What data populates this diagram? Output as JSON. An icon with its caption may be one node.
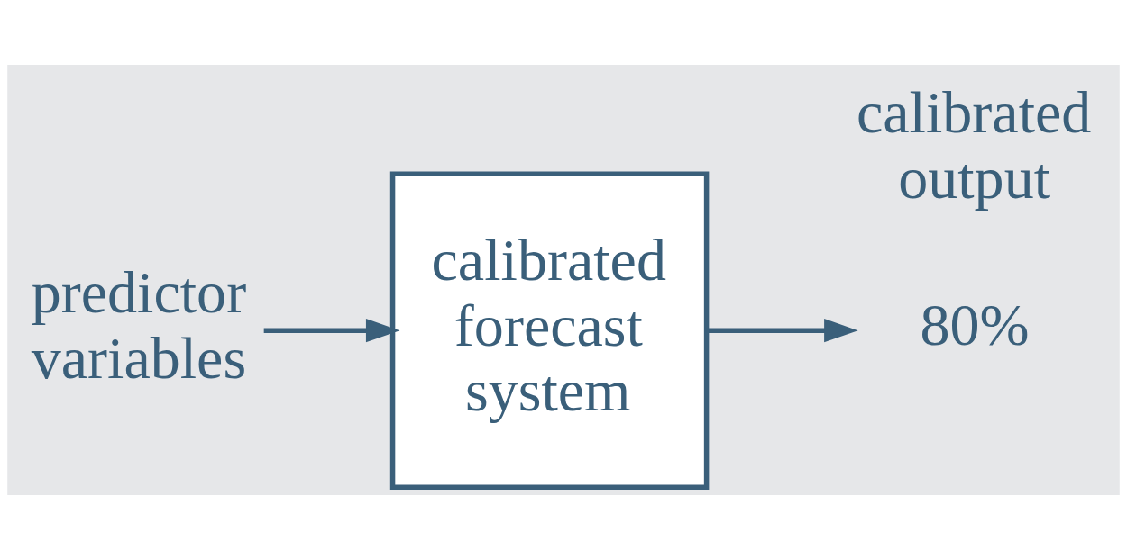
{
  "diagram": {
    "nodes": [
      {
        "text": [
          "predictor variables"
        ]
      },
      {
        "text": [
          "calibrated forecast system"
        ]
      },
      {
        "text": [
          "80%"
        ],
        "beside": [
          "calibrated output"
        ]
      }
    ],
    "edges": [
      {
        "from": 0,
        "to": 1,
        "arrow": "to"
      },
      {
        "from": 1,
        "to": 2,
        "arrow": "to"
      }
    ]
  }
}
